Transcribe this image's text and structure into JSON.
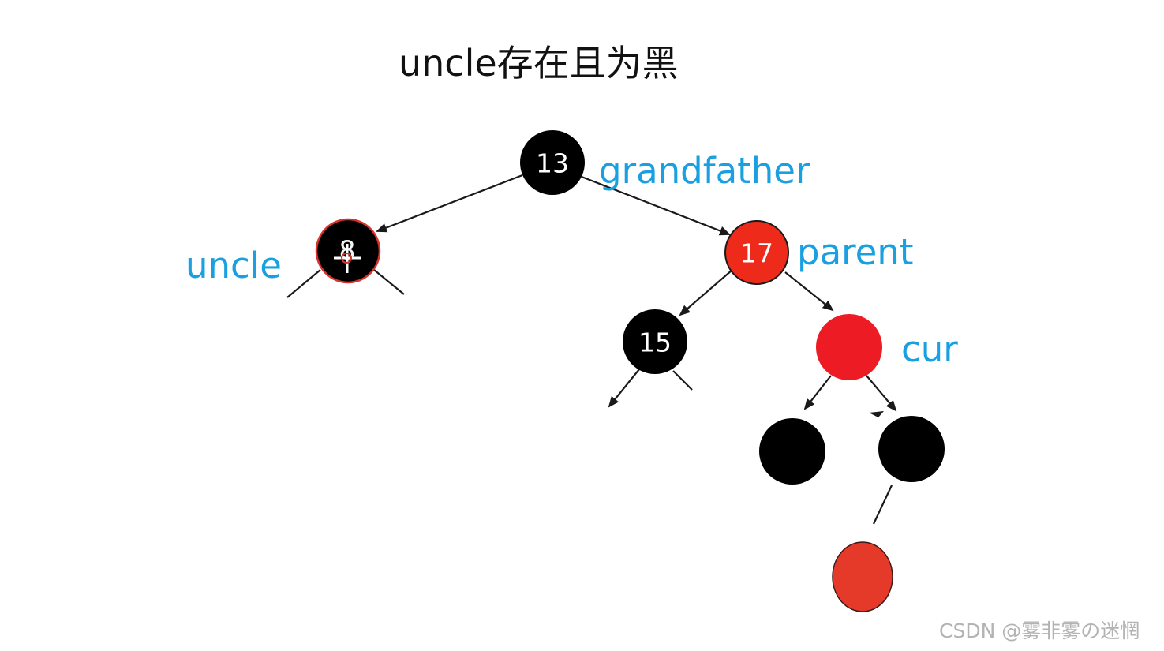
{
  "title": "uncle存在且为黑",
  "labels": {
    "grandfather": "grandfather",
    "parent": "parent",
    "uncle": "uncle",
    "cur": "cur"
  },
  "nodes": {
    "root": {
      "value": "13",
      "color": "#000000"
    },
    "uncle": {
      "value": "8",
      "color": "#000000",
      "outline": "#d9332a"
    },
    "parent": {
      "value": "17",
      "color": "#ee2a1b"
    },
    "left_of_parent": {
      "value": "15",
      "color": "#000000"
    },
    "cur": {
      "value": "",
      "color": "#ed1c24"
    },
    "cur_left_child": {
      "value": "",
      "color": "#000000"
    },
    "cur_right_child": {
      "value": "",
      "color": "#000000"
    },
    "bottom_red": {
      "value": "",
      "color": "#e53a2a"
    }
  },
  "colors": {
    "label_blue": "#1aa0e0",
    "edge": "#1a1a1a"
  },
  "watermark": "CSDN @雾非雾の迷惘"
}
